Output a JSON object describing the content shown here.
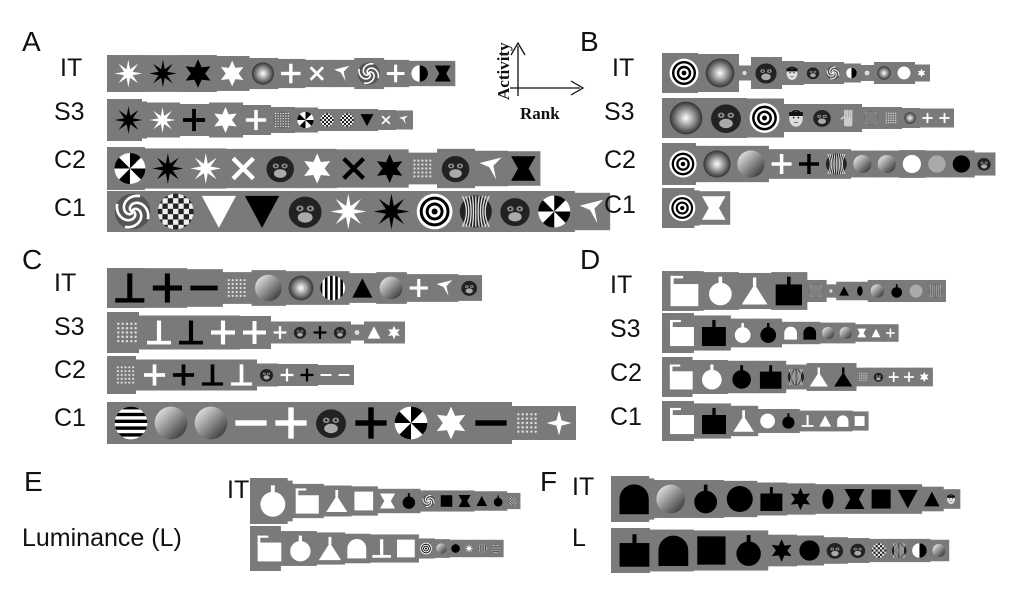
{
  "axis_legend": {
    "y_label": "Activity",
    "x_label": "Rank"
  },
  "panels": [
    {
      "letter": "A",
      "rows": [
        {
          "label": "IT",
          "icons": [
            "star8-white",
            "star8-black",
            "star6-black",
            "star6-white",
            "radial-dark",
            "cross-white",
            "x-white",
            "glider-white",
            "spiral",
            "cross-white",
            "half-disc",
            "hourglass-black"
          ]
        },
        {
          "label": "S3",
          "icons": [
            "star8-black",
            "star8-white",
            "cross-black",
            "star6-white",
            "cross-white",
            "checker-dots",
            "pinwheel",
            "checker",
            "checker",
            "triangle-down-black",
            "x-white",
            "glider-white"
          ]
        },
        {
          "label": "C2",
          "icons": [
            "pinwheel",
            "star8-black",
            "star8-white",
            "x-white",
            "monkey",
            "star6-white",
            "x-black",
            "star6-black",
            "dot-grid",
            "monkey",
            "glider-white",
            "hourglass-black"
          ]
        },
        {
          "label": "C1",
          "icons": [
            "spiral",
            "checker",
            "triangle-down-white",
            "triangle-down-black",
            "monkey",
            "star8-white",
            "star8-black",
            "bullseye",
            "moire",
            "monkey",
            "pinwheel",
            "glider-white"
          ]
        }
      ]
    },
    {
      "letter": "B",
      "rows": [
        {
          "label": "IT",
          "icons": [
            "bullseye",
            "radial-dark",
            "dot-small",
            "monkey",
            "face",
            "monkey",
            "spiral",
            "half-disc",
            "dot-small",
            "radial-dark",
            "disc-white",
            "star6-white"
          ]
        },
        {
          "label": "S3",
          "icons": [
            "radial-dark",
            "monkey",
            "bullseye",
            "face",
            "monkey",
            "hand",
            "checker-dots",
            "dot-grid",
            "radial-dark",
            "cross-white",
            "cross-white"
          ]
        },
        {
          "label": "C2",
          "icons": [
            "bullseye",
            "radial-dark",
            "gradient-disc",
            "cross-white",
            "cross-black",
            "moire",
            "gradient-disc",
            "gradient-disc",
            "disc-white",
            "disc-gray",
            "disc-black",
            "monkey"
          ]
        },
        {
          "label": "C1",
          "icons": [
            "bullseye",
            "hourglass-white"
          ]
        }
      ]
    },
    {
      "letter": "C",
      "rows": [
        {
          "label": "IT",
          "icons": [
            "tshape-black",
            "cross-black",
            "bar-black",
            "dot-grid",
            "gradient-disc",
            "radial-dark",
            "stripes-v",
            "triangle-black",
            "gradient-disc",
            "cross-white",
            "glider-white",
            "monkey"
          ]
        },
        {
          "label": "S3",
          "icons": [
            "dot-grid",
            "tshape-white",
            "tshape-black",
            "cross-white",
            "cross-white",
            "cross-white",
            "monkey",
            "cross-black",
            "monkey",
            "dot-small",
            "triangle-white",
            "star6-white"
          ]
        },
        {
          "label": "C2",
          "icons": [
            "dot-grid",
            "cross-white",
            "cross-black",
            "tshape-black",
            "tshape-white",
            "monkey",
            "cross-white",
            "cross-black",
            "bar-white",
            "bar-white"
          ]
        },
        {
          "label": "C1",
          "icons": [
            "stripes-h",
            "gradient-disc",
            "gradient-disc",
            "bar-white",
            "cross-white",
            "monkey",
            "cross-black",
            "pinwheel",
            "star6-white",
            "bar-black",
            "dot-grid",
            "star4-white"
          ]
        }
      ]
    },
    {
      "letter": "D",
      "rows": [
        {
          "label": "IT",
          "icons": [
            "square-stem-white",
            "disc-stem-white",
            "triangle-stem-white",
            "square-stem-black",
            "checker-dots",
            "dot-small",
            "triangle-black",
            "ellipse-black",
            "gradient-disc",
            "disc-stem-black",
            "disc-gray",
            "checker-dots"
          ]
        },
        {
          "label": "S3",
          "icons": [
            "square-stem-white",
            "square-stem-black",
            "disc-stem-white",
            "disc-stem-black",
            "arch-white",
            "arch-black",
            "gradient-disc",
            "gradient-disc",
            "hourglass-white",
            "triangle-white",
            "cross-white"
          ]
        },
        {
          "label": "C2",
          "icons": [
            "square-stem-white",
            "disc-stem-white",
            "disc-stem-black",
            "square-stem-black",
            "moire",
            "triangle-stem-white",
            "triangle-stem-black",
            "dot-grid",
            "monkey",
            "cross-white",
            "cross-white",
            "star6-white"
          ]
        },
        {
          "label": "C1",
          "icons": [
            "square-stem-white",
            "square-stem-black",
            "triangle-stem-white",
            "disc-white",
            "disc-stem-black",
            "tshape-white",
            "triangle-white",
            "arch-white",
            "square-white"
          ]
        }
      ]
    },
    {
      "letter": "E",
      "rows": [
        {
          "label": "IT",
          "icons": [
            "disc-stem-white",
            "square-stem-white",
            "triangle-stem-white",
            "square-white",
            "hourglass-white",
            "disc-stem-black",
            "spiral",
            "square-black",
            "hourglass-black",
            "triangle-black",
            "disc-stem-black",
            "checker"
          ]
        },
        {
          "label": "Luminance (L)",
          "icons": [
            "square-stem-white",
            "disc-stem-white",
            "triangle-stem-white",
            "arch-white",
            "tshape-white",
            "square-white",
            "bullseye",
            "gradient-disc",
            "disc-black",
            "star8-white",
            "stripes-v",
            "stripes-h"
          ]
        }
      ]
    },
    {
      "letter": "F",
      "rows": [
        {
          "label": "IT",
          "icons": [
            "arch-black",
            "gradient-disc",
            "disc-stem-black",
            "disc-black",
            "square-stem-black",
            "star6-black",
            "ellipse-black",
            "hourglass-black",
            "square-black",
            "triangle-down-black",
            "triangle-black",
            "face"
          ]
        },
        {
          "label": "L",
          "icons": [
            "square-stem-black",
            "arch-black",
            "square-black",
            "disc-stem-black",
            "star6-black",
            "disc-black",
            "monkey",
            "monkey",
            "checker",
            "moire",
            "half-disc",
            "gradient-disc"
          ]
        }
      ]
    }
  ]
}
